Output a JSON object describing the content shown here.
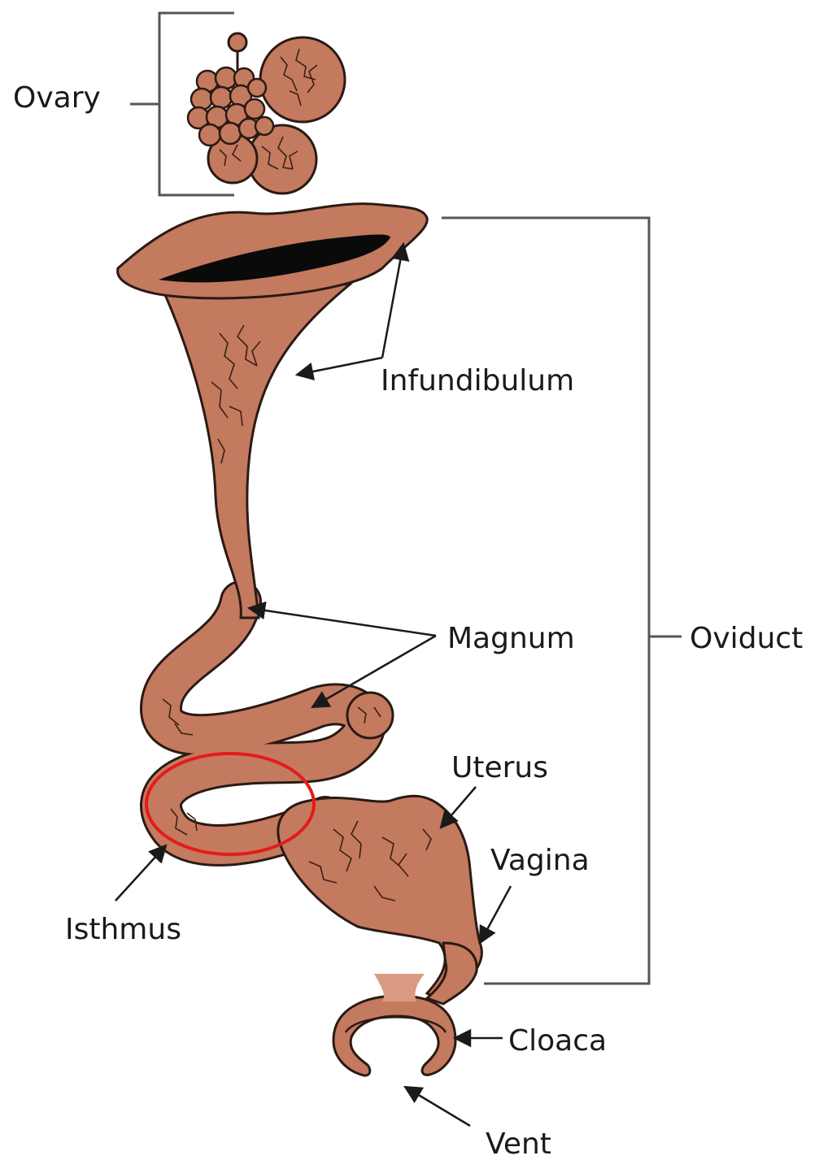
{
  "labels": {
    "ovary": "Ovary",
    "infundibulum": "Infundibulum",
    "magnum": "Magnum",
    "oviduct": "Oviduct",
    "uterus": "Uterus",
    "vagina": "Vagina",
    "isthmus": "Isthmus",
    "cloaca": "Cloaca",
    "vent": "Vent"
  },
  "highlight": {
    "target": "isthmus",
    "shape": "ellipse",
    "color": "#e41b1b"
  },
  "colors": {
    "tissue": "#c47a5e",
    "tissue_light": "#d89a80",
    "outline": "#2a1a14",
    "lumen": "#0a0a0a",
    "bracket": "#555555",
    "arrow": "#1a1a1a"
  }
}
